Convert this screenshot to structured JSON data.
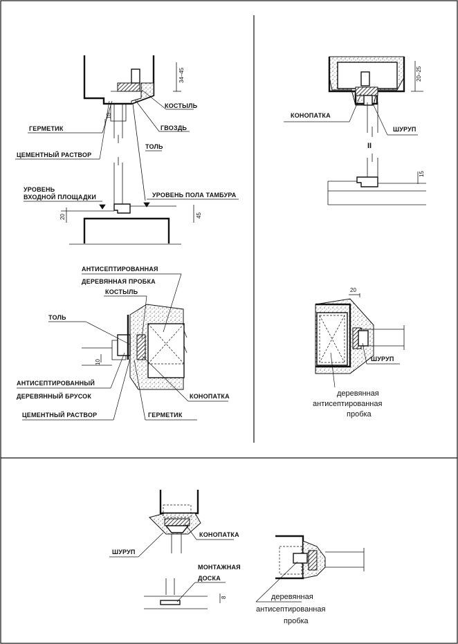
{
  "panel_a": {
    "section": {
      "labels": {
        "kostyl": "КОСТЫЛЬ",
        "gvozd": "ГВОЗДЬ",
        "germetik": "ГЕРМЕТИК",
        "cement": "ЦЕМЕНТНЫЙ РАСТВОР",
        "tol": "ТОЛЬ",
        "uroven_vhod_1": "УРОВЕНЬ",
        "uroven_vhod_2": "ВХОДНОЙ ПЛОЩАДКИ",
        "uroven_pola": "УРОВЕНЬ ПОЛА ТАМБУРА"
      },
      "dims": {
        "top": "34–45",
        "gap": "10",
        "step": "20",
        "floor": "45"
      }
    },
    "plan": {
      "labels": {
        "anti_probka_1": "АНТИСЕПТИРОВАННАЯ",
        "anti_probka_2": "ДЕРЕВЯННАЯ ПРОБКА",
        "kostyl": "КОСТЫЛЬ",
        "tol": "ТОЛЬ",
        "anti_brusok_1": "АНТИСЕПТИРОВАННЫЙ",
        "anti_brusok_2": "ДЕРЕВЯННЫЙ БРУСОК",
        "cement": "ЦЕМЕНТНЫЙ РАСТВОР",
        "konopatka": "КОНОПАТКА",
        "germetik": "ГЕРМЕТИК"
      },
      "dims": {
        "gap": "10"
      }
    }
  },
  "panel_b": {
    "section": {
      "labels": {
        "konopatka": "КОНОПАТКА",
        "shurup": "ШУРУП",
        "roman": "II"
      },
      "dims": {
        "top": "20–25",
        "threshold": "15"
      }
    },
    "plan": {
      "labels": {
        "shurup": "ШУРУП",
        "probka_1": "деревянная",
        "probka_2": "антисептированная",
        "probka_3": "пробка"
      },
      "dims": {
        "top": "20"
      }
    }
  },
  "panel_c": {
    "section": {
      "labels": {
        "shurup": "ШУРУП",
        "konopatka": "КОНОПАТКА",
        "montazh_1": "МОНТАЖНАЯ",
        "montazh_2": "ДОСКА"
      },
      "dims": {
        "board": "8"
      }
    },
    "plan": {
      "labels": {
        "probka_1": "деревянная",
        "probka_2": "антисептированная",
        "probka_3": "пробка"
      }
    }
  }
}
